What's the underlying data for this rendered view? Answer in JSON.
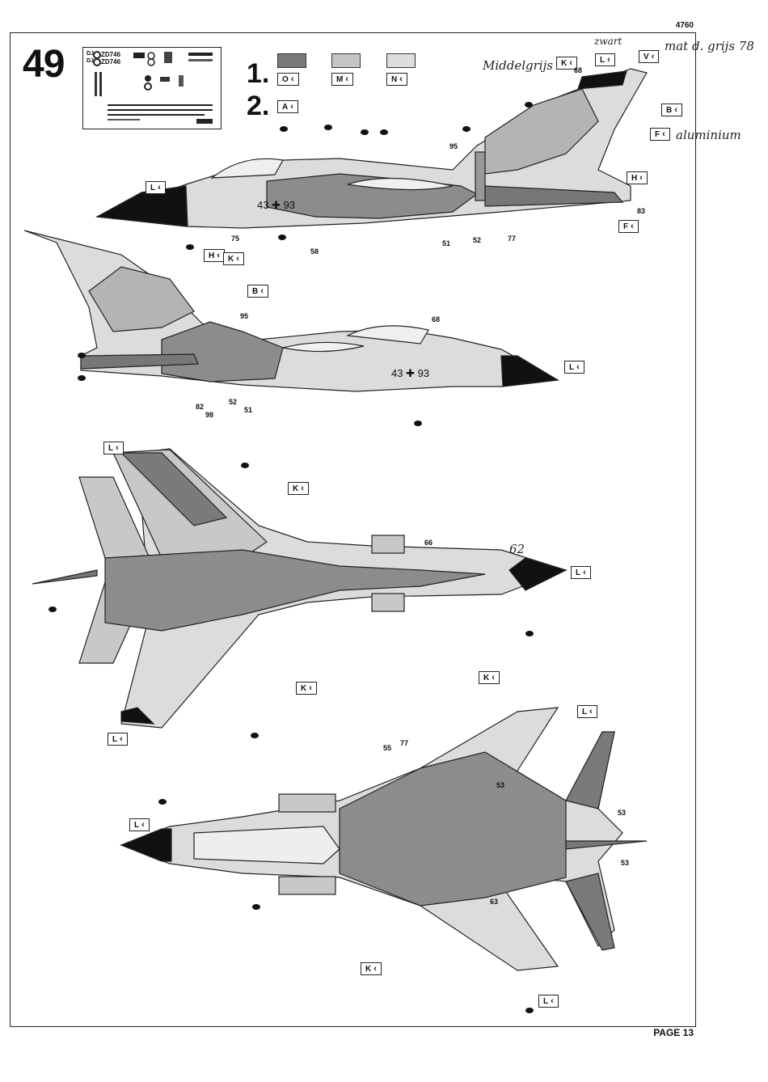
{
  "header": {
    "doc_number": "4760",
    "step_number": "49"
  },
  "footer": {
    "page_label": "PAGE 13"
  },
  "decal_sheet": {
    "serial_a": "ZD746",
    "serial_b": "ZD746",
    "prefix_a": "DJ",
    "prefix_b": "DJ"
  },
  "paint_steps": [
    {
      "step": "1.",
      "swatches": [
        "O",
        "M",
        "N"
      ]
    },
    {
      "step": "2.",
      "swatches": [
        "A"
      ]
    }
  ],
  "colors": {
    "dark_camo": "#7a7a7a",
    "mid_camo": "#b4b4b4",
    "light_camo": "#dddddd",
    "black": "#111111",
    "line": "#222222"
  },
  "handwritten": {
    "zwart": "zwart",
    "mat_grijs": "mat d. grijs 78",
    "middelgrijs": "Middelgrijs",
    "aluminium": "aluminium",
    "note_62": "62"
  },
  "views": {
    "right_side": {
      "fuselage_code": "43 ✚ 93",
      "labels": [
        "L",
        "K",
        "V",
        "B",
        "F",
        "H",
        "F",
        "L",
        "H",
        "K"
      ],
      "part_numbers": [
        "68",
        "95",
        "51",
        "52",
        "77",
        "83",
        "75",
        "58"
      ]
    },
    "left_side": {
      "fuselage_code": "43 ✚ 93",
      "labels": [
        "B",
        "L"
      ],
      "part_numbers": [
        "95",
        "68",
        "82",
        "98",
        "52",
        "51"
      ]
    },
    "top_view": {
      "labels": [
        "L",
        "K",
        "L",
        "K",
        "L"
      ],
      "part_numbers": [
        "66"
      ]
    },
    "bottom_view": {
      "labels": [
        "K",
        "L",
        "L",
        "K",
        "L"
      ],
      "part_numbers": [
        "55",
        "77",
        "53",
        "53",
        "53",
        "63"
      ]
    }
  }
}
